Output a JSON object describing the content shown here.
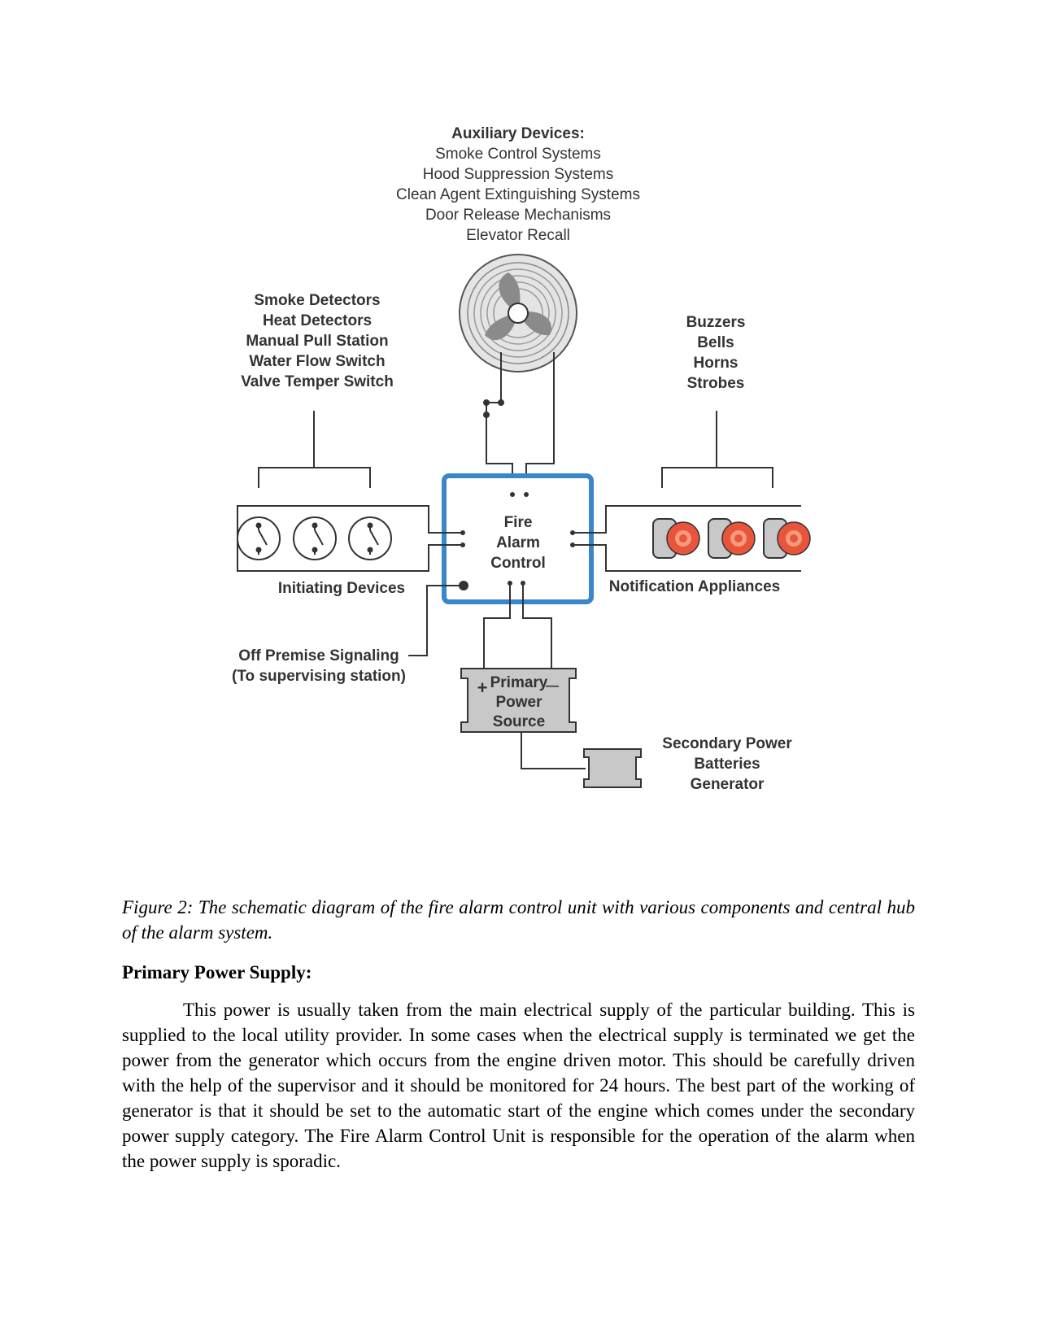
{
  "diagram": {
    "auxiliary": {
      "title": "Auxiliary Devices:",
      "items": [
        "Smoke Control Systems",
        "Hood Suppression Systems",
        "Clean Agent Extinguishing Systems",
        "Door Release Mechanisms",
        "Elevator Recall"
      ]
    },
    "detectors": [
      "Smoke Detectors",
      "Heat Detectors",
      "Manual Pull Station",
      "Water Flow Switch",
      "Valve Temper Switch"
    ],
    "notifications": [
      "Buzzers",
      "Bells",
      "Horns",
      "Strobes"
    ],
    "control": [
      "Fire",
      "Alarm",
      "Control"
    ],
    "initiating_label": "Initiating Devices",
    "notification_label": "Notification Appliances",
    "off_premise": [
      "Off Premise Signaling",
      "(To supervising station)"
    ],
    "primary_power": {
      "plus": "+",
      "minus": "—",
      "lines": [
        "Primary",
        "Power",
        "Source"
      ]
    },
    "secondary_power": [
      "Secondary Power",
      "Batteries",
      "Generator"
    ],
    "colors": {
      "control_border": "#3a86c8",
      "strobe": "#e8553a",
      "wire": "#333333",
      "device_fill": "#c8c8c8"
    }
  },
  "caption": "Figure 2: The schematic diagram of the fire alarm control unit with various components and central hub of the alarm system.",
  "section": {
    "heading": "Primary Power Supply:",
    "paragraph": "This power is usually taken from the main electrical supply of the particular building. This is supplied to the local utility provider. In some cases when the electrical supply is terminated we get the power from the generator which occurs from the engine driven motor. This should be carefully driven with the help of the supervisor and it should be monitored for 24 hours. The best part of the working of generator is that it should be set to the automatic start of the engine which comes under the secondary power supply category. The Fire Alarm Control Unit is responsible for the operation of the alarm when the power supply is sporadic."
  }
}
